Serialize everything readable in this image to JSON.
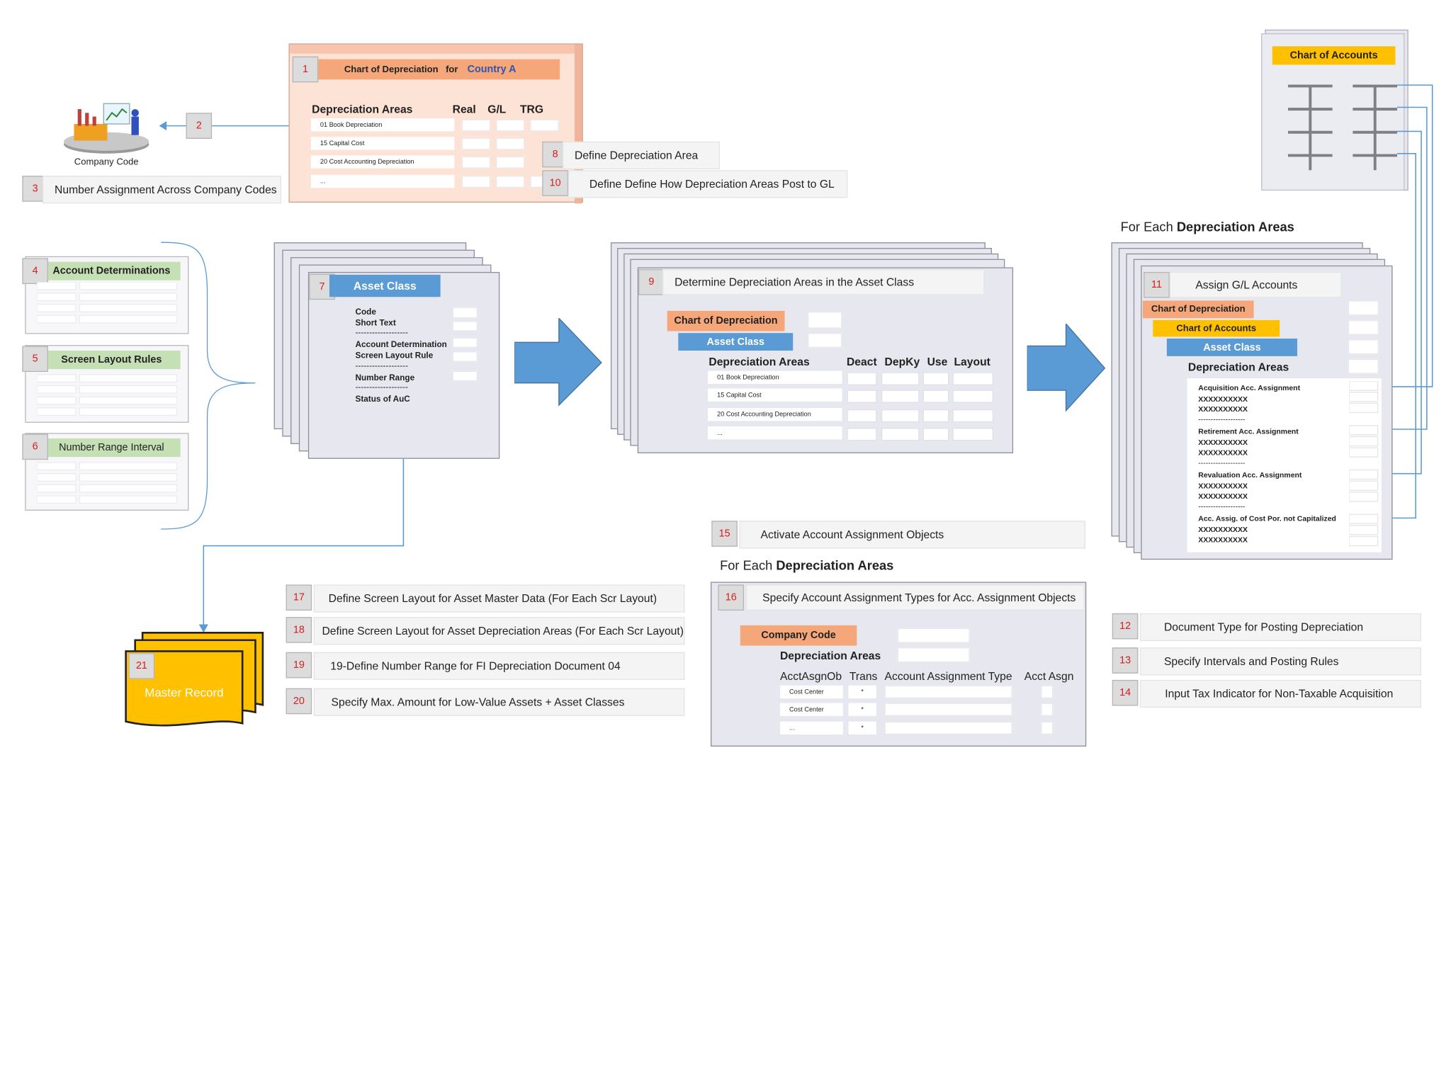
{
  "steps": {
    "s1": "1",
    "s2": "2",
    "s3": "3",
    "s4": "4",
    "s5": "5",
    "s6": "6",
    "s7": "7",
    "s8": "8",
    "s9": "9",
    "s10": "10",
    "s11": "11",
    "s12": "12",
    "s13": "13",
    "s14": "14",
    "s15": "15",
    "s16": "16",
    "s17": "17",
    "s18": "18",
    "s19": "19",
    "s20": "20",
    "s21": "21"
  },
  "company_code": {
    "label": "Company Code"
  },
  "chart_dep": {
    "title_prefix": "Chart of Depreciation",
    "title_for": "for",
    "title_country": "Country A",
    "areas_header": "Depreciation Areas",
    "col_real": "Real",
    "col_gl": "G/L",
    "col_trg": "TRG",
    "rows": [
      "01 Book Depreciation",
      "15 Capital Cost",
      "20 Cost Accounting  Depreciation",
      "..."
    ]
  },
  "labels": {
    "l3": "Number Assignment Across Company Codes",
    "l8": "Define Depreciation Area",
    "l10": "Define Define How Depreciation Areas Post to GL",
    "l12": "Document Type for Posting Depreciation",
    "l13": "Specify Intervals and Posting Rules",
    "l14": "Input Tax Indicator for Non-Taxable Acquisition",
    "l15": "Activate Account Assignment Objects",
    "l17": "Define Screen Layout for Asset Master Data (For Each Scr Layout)",
    "l18": "Define Screen Layout for Asset Depreciation Areas (For Each Scr Layout)",
    "l19": "19-Define Number Range for FI Depreciation Document 04",
    "l20": "Specify Max. Amount for Low-Value Assets + Asset Classes"
  },
  "left_cards": {
    "c4": "Account Determinations",
    "c5": "Screen Layout Rules",
    "c6": "Number Range Interval"
  },
  "asset_class_card": {
    "header": "Asset Class",
    "lines": [
      "Code",
      "Short Text",
      "-------------------",
      "Account Determination",
      "Screen Layout Rule",
      "-------------------",
      "Number Range",
      "-------------------",
      "Status of AuC"
    ]
  },
  "determine_card": {
    "title": "Determine Depreciation Areas in the Asset Class",
    "chart_of_dep": "Chart of Depreciation",
    "asset_class": "Asset Class",
    "areas_header": "Depreciation Areas",
    "col_deact": "Deact",
    "col_depky": "DepKy",
    "col_use": "Use",
    "col_layout": "Layout",
    "rows": [
      "01 Book Depreciation",
      "15 Capital Cost",
      "20 Cost Accounting  Depreciation",
      "..."
    ]
  },
  "chart_accounts_top": {
    "title": "Chart of Accounts"
  },
  "for_each_1": {
    "prefix": "For Each",
    "bold": "Depreciation Areas"
  },
  "for_each_2": {
    "prefix": "For Each",
    "bold": "Depreciation Areas"
  },
  "assign_card": {
    "title": "Assign G/L Accounts",
    "chart_of_dep": "Chart of Depreciation",
    "chart_of_accounts": "Chart of Accounts",
    "asset_class": "Asset Class",
    "areas_header": "Depreciation Areas",
    "groups": [
      {
        "name": "Acquisition Acc. Assignment",
        "l1": "XXXXXXXXXX",
        "l2": "XXXXXXXXXX",
        "sep": "-------------------"
      },
      {
        "name": "Retirement Acc. Assignment",
        "l1": "XXXXXXXXXX",
        "l2": "XXXXXXXXXX",
        "sep": "-------------------"
      },
      {
        "name": "Revaluation Acc. Assignment",
        "l1": "XXXXXXXXXX",
        "l2": "XXXXXXXXXX",
        "sep": "-------------------"
      },
      {
        "name": "Acc. Assig. of Cost Por. not Capitalized",
        "l1": "XXXXXXXXXX",
        "l2": "XXXXXXXXXX",
        "sep": ""
      }
    ]
  },
  "specify_card": {
    "title": "Specify Account Assignment Types for Acc. Assignment Objects",
    "company_code": "Company Code",
    "areas_header": "Depreciation Areas",
    "col_obj": "AcctAsgnOb",
    "col_trans": "Trans",
    "col_type": "Account Assignment Type",
    "col_asgn": "Acct Asgn",
    "rows": [
      {
        "obj": "Cost Center",
        "trans": "*"
      },
      {
        "obj": "Cost Center",
        "trans": "*"
      },
      {
        "obj": "...",
        "trans": "*"
      }
    ]
  },
  "master_record": {
    "label": "Master Record"
  },
  "colors": {
    "orange": "#f5a77a",
    "yellow": "#ffc000",
    "blue": "#5b9bd5",
    "green": "#c5e0b4",
    "arrow": "#5b9bd5"
  }
}
